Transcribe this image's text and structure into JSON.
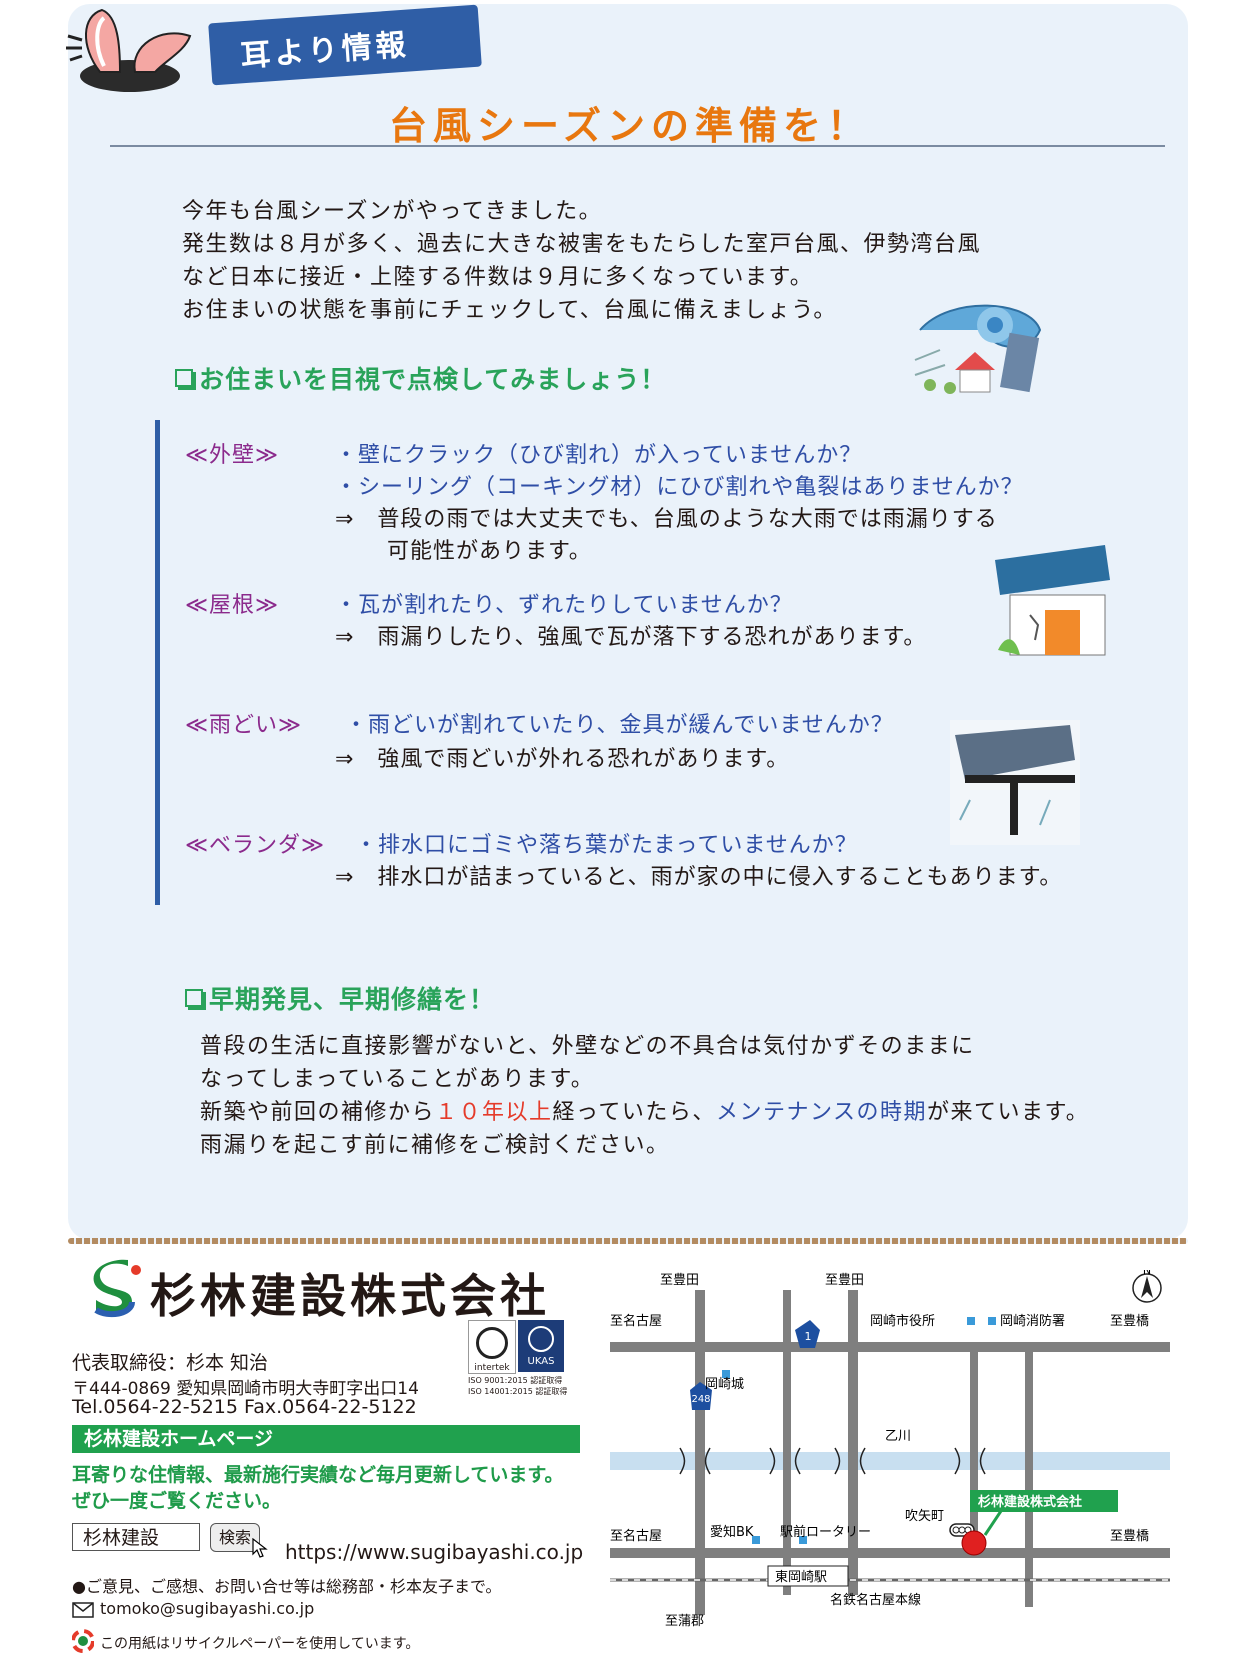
{
  "header": {
    "tag": "耳より情報",
    "title": "台風シーズンの準備を！"
  },
  "intro": [
    "今年も台風シーズンがやってきました。",
    "発生数は８月が多く、過去に大きな被害をもたらした室戸台風、伊勢湾台風",
    "など日本に接近・上陸する件数は９月に多くなっています。",
    "お住まいの状態を事前にチェックして、台風に備えましょう。"
  ],
  "section1": {
    "heading": "お住まいを目視で点検してみましょう！",
    "items": [
      {
        "label": "≪外壁≫",
        "q1": "・壁にクラック（ひび割れ）が入っていませんか？",
        "q2": "・シーリング（コーキング材）にひび割れや亀裂はありませんか？",
        "a1": "⇒　普段の雨では大丈夫でも、台風のような大雨では雨漏りする",
        "a2": "可能性があります。"
      },
      {
        "label": "≪屋根≫",
        "q1": "・瓦が割れたり、ずれたりしていませんか？",
        "a1": "⇒　雨漏りしたり、強風で瓦が落下する恐れがあります。"
      },
      {
        "label": "≪雨どい≫",
        "q1": "・雨どいが割れていたり、金具が緩んでいませんか？",
        "a1": "⇒　強風で雨どいが外れる恐れがあります。"
      },
      {
        "label": "≪ベランダ≫",
        "q1": "・排水口にゴミや落ち葉がたまっていませんか？",
        "a1": "⇒　排水口が詰まっていると、雨が家の中に侵入することもあります。"
      }
    ]
  },
  "section2": {
    "heading": "早期発見、早期修繕を！",
    "line1": "普段の生活に直接影響がないと、外壁などの不具合は気付かずそのままに",
    "line2": "なってしまっていることがあります。",
    "line3a": "新築や前回の補修から",
    "line3b": "１０年以上",
    "line3c": "経っていたら、",
    "line3d": "メンテナンスの時期",
    "line3e": "が来ています。",
    "line4": "雨漏りを起こす前に補修をご検討ください。"
  },
  "footer": {
    "company": "杉林建設株式会社",
    "rep": "代表取締役：杉本 知治",
    "address": "〒444-0869 愛知県岡崎市明大寺町字出口14",
    "tel": "Tel.0564-22-5215 Fax.0564-22-5122",
    "iso_brand1": "intertek",
    "iso_brand2": "UKAS",
    "iso_line1": "ISO 9001:2015 認証取得",
    "iso_line2": "ISO 14001:2015 認証取得",
    "hp_bar": "杉林建設ホームページ",
    "hp_text1": "耳寄りな住情報、最新施行実績など毎月更新しています。",
    "hp_text2": "ぜひ一度ご覧ください。",
    "search_value": "杉林建設",
    "search_button": "検索",
    "url": "https://www.sugibayashi.co.jp",
    "contact": "●ご意見、ご感想、お問い合せ等は総務部・杉本友子まで。",
    "email": "tomoko@sugibayashi.co.jp",
    "recycle": "この用紙はリサイクルペーパーを使用しています。"
  },
  "map": {
    "north": "N",
    "toyota1": "至豊田",
    "toyota2": "至豊田",
    "nagoya1": "至名古屋",
    "nagoya2": "至名古屋",
    "toyohashi1": "至豊橋",
    "toyohashi2": "至豊橋",
    "gamagori": "至蒲郡",
    "cityhall": "岡崎市役所",
    "fire": "岡崎消防署",
    "castle": "岡崎城",
    "river": "乙川",
    "route1": "1",
    "route248": "248",
    "fukiyacho": "吹矢町",
    "company_tag": "杉林建設株式会社",
    "aichibk": "愛知BK",
    "rotary": "駅前ロータリー",
    "station": "東岡崎駅",
    "line": "名鉄名古屋本線"
  }
}
